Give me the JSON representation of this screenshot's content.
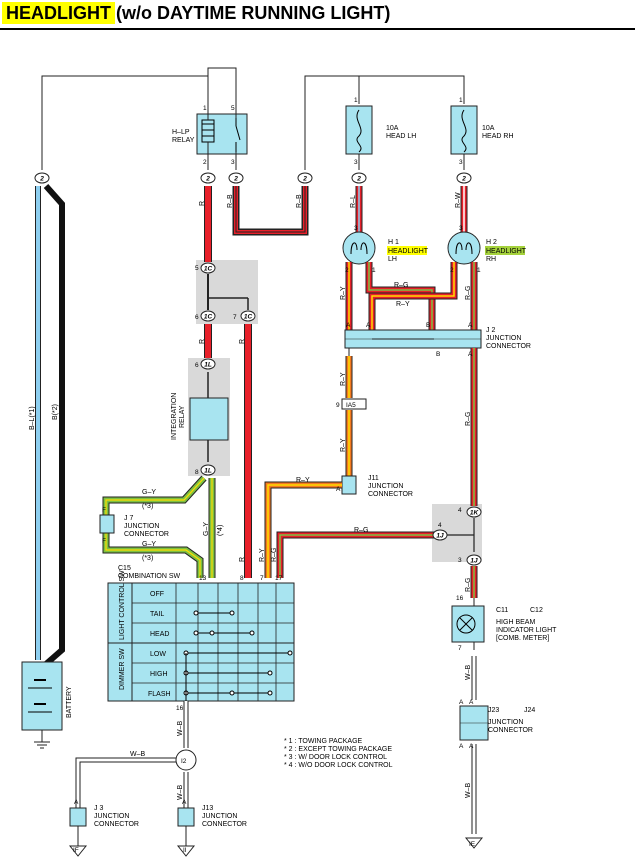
{
  "title": {
    "highlight": "HEADLIGHT",
    "rest": "(w/o DAYTIME RUNNING LIGHT)"
  },
  "colors": {
    "title_highlight": "#ffff00",
    "wire_red": "#e8202a",
    "wire_blue": "#8ecff0",
    "wire_black": "#111111",
    "wire_green": "#7dc142",
    "wire_orange": "#f47a20",
    "wire_gray": "#9a9a9a",
    "component_fill": "#a8e4f0",
    "label_highlight_yellow": "#ffff00",
    "label_highlight_green": "#a5d23c",
    "shade": "#d9d9d9"
  },
  "relay": {
    "name": "H–LP RELAY",
    "line1": "H–LP",
    "line2": "RELAY",
    "pin_top_left": "1",
    "pin_top_right": "5",
    "pin_bot_left": "2",
    "pin_bot_right": "3"
  },
  "fuse_lh": {
    "amp": "10A",
    "name": "HEAD LH",
    "pin_top": "1",
    "pin_bot": "3"
  },
  "fuse_rh": {
    "amp": "10A",
    "name": "HEAD RH",
    "pin_top": "1",
    "pin_bot": "3"
  },
  "connector_2": "2",
  "headlight_lh": {
    "ref": "H 1",
    "name": "HEADLIGHT",
    "side": "LH",
    "pin_left": "2",
    "pin_right": "1",
    "pin_top": "3"
  },
  "headlight_rh": {
    "ref": "H 2",
    "name": "HEADLIGHT",
    "side": "RH",
    "pin_left": "2",
    "pin_right": "1",
    "pin_top": "3"
  },
  "j2": {
    "ref": "J 2",
    "name1": "JUNCTION",
    "name2": "CONNECTOR",
    "pins": [
      "A",
      "A",
      "B",
      "B",
      "A",
      "A"
    ]
  },
  "ia5": {
    "connector": "IA5",
    "pin": "9"
  },
  "j11": {
    "ref": "J11",
    "name1": "JUNCTION",
    "name2": "CONNECTOR",
    "pin": "A"
  },
  "j7": {
    "ref": "J 7",
    "name1": "JUNCTION",
    "name2": "CONNECTOR",
    "pin_top": "F",
    "pin_bot": "F"
  },
  "integration_relay": {
    "line1": "INTEGRATION",
    "line2": "RELAY",
    "conn_top": "1L",
    "conn_bot": "1L",
    "pin_top": "6",
    "pin_bot": "8"
  },
  "conn_1c": {
    "name": "1C",
    "pin_top": "5",
    "pin_left": "6",
    "pin_right": "7"
  },
  "conn_1k": {
    "name": "1K",
    "pin": "4"
  },
  "conn_1j": {
    "name": "1J",
    "pin_left": "4",
    "pin_bot": "3"
  },
  "combination_sw": {
    "ref": "C15",
    "name": "COMBINATION SW",
    "section1": "LIGHT CONTROL SW",
    "section2": "DIMMER SW",
    "rows": [
      "OFF",
      "TAIL",
      "HEAD",
      "LOW",
      "HIGH",
      "FLASH"
    ],
    "pins_top": [
      "13",
      "8",
      "7",
      "17"
    ],
    "pin_bot": "16"
  },
  "battery": {
    "name": "BATTERY"
  },
  "high_beam": {
    "ref1": "C11",
    "ref2": "C12",
    "name1": "HIGH BEAM",
    "name2": "INDICATOR LIGHT",
    "name3": "[COMB. METER]",
    "pin_top": "16",
    "pin_bot": "7"
  },
  "j23": {
    "ref1": "J23",
    "ref2": "J24",
    "name1": "JUNCTION",
    "name2": "CONNECTOR",
    "pins": [
      "A",
      "A",
      "A",
      "A"
    ]
  },
  "i2": {
    "name": "I2"
  },
  "j3": {
    "ref": "J 3",
    "name1": "JUNCTION",
    "name2": "CONNECTOR",
    "pin": "A"
  },
  "j13": {
    "ref": "J13",
    "name1": "JUNCTION",
    "name2": "CONNECTOR",
    "pin": "A"
  },
  "grounds": [
    "IF",
    "II",
    "IE"
  ],
  "wire_labels": {
    "bl": "B–L(*1)",
    "b": "B(*2)",
    "r1": "R",
    "rb1": "R–B",
    "rb2": "R–B",
    "rl": "R–L",
    "rw": "R–W",
    "r2": "R",
    "r3": "R",
    "ry1": "R–Y",
    "rg1": "R–G",
    "ry2": "R–Y",
    "rg2": "R–G",
    "ry3": "R–Y",
    "ry4": "R–Y",
    "rg3": "R–G",
    "gy1": "G–Y",
    "gy2": "G–Y",
    "gy3": "G–Y",
    "ry5": "R–Y",
    "rg4": "R–G",
    "ry6": "R–Y",
    "rg5": "R–G",
    "rg6": "R–G",
    "r4": "R",
    "wb1": "W–B",
    "wb2": "W–B",
    "wb3": "W–B",
    "wb4": "W–B",
    "wb5": "W–B",
    "s3a": "(*3)",
    "s3b": "(*3)",
    "s4": "(*4)"
  },
  "notes": [
    "* 1 : TOWING PACKAGE",
    "* 2 : EXCEPT TOWING PACKAGE",
    "* 3 : W/ DOOR LOCK CONTROL",
    "* 4 : W/O DOOR LOCK CONTROL"
  ]
}
